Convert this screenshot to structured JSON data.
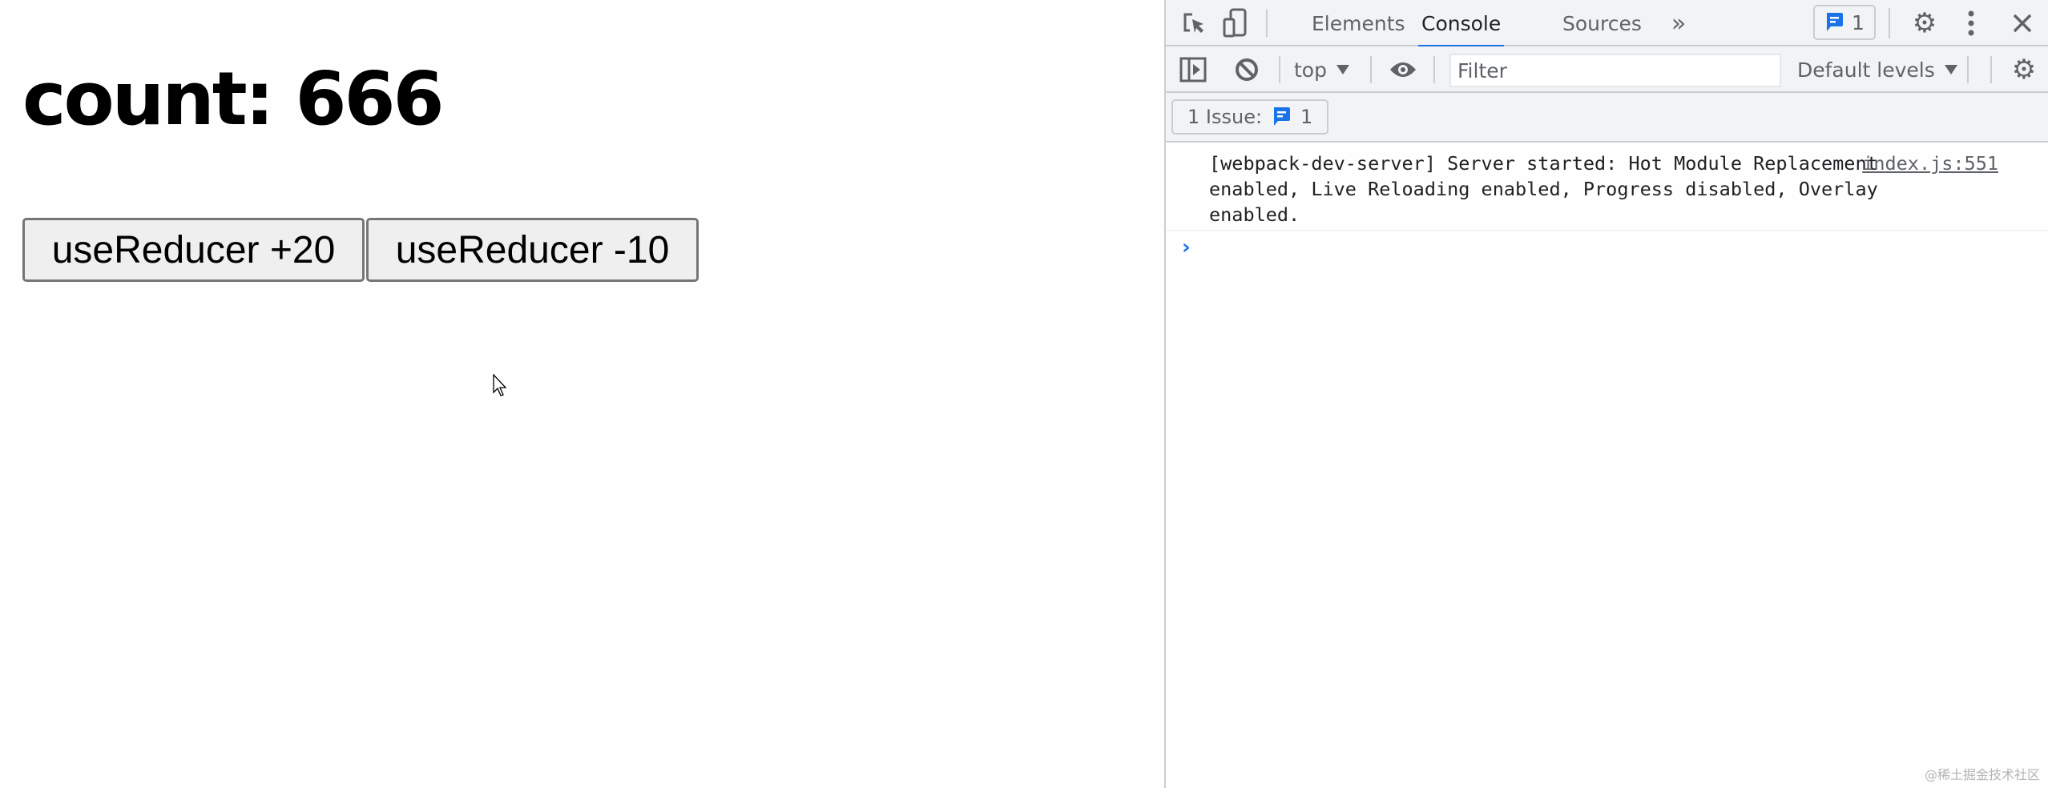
{
  "page": {
    "heading": "count: 666",
    "buttons": [
      {
        "label": "useReducer +20"
      },
      {
        "label": "useReducer -10"
      }
    ]
  },
  "devtools": {
    "tabs": [
      {
        "label": "Elements",
        "active": false
      },
      {
        "label": "Console",
        "active": true
      },
      {
        "label": "Sources",
        "active": false
      }
    ],
    "more_tabs_icon": "chevron-double-right-icon",
    "issues_badge_count": "1",
    "toolbar": {
      "context": "top",
      "filter_placeholder": "Filter",
      "filter_value": "",
      "levels": "Default levels"
    },
    "issues_bar": {
      "label": "1 Issue:",
      "count": "1"
    },
    "console": {
      "messages": [
        {
          "text": "[webpack-dev-server] Server started: Hot Module Replacement enabled, Live Reloading enabled, Progress disabled, Overlay enabled.",
          "source": "index.js:551"
        }
      ],
      "prompt_symbol": "›"
    },
    "colors": {
      "accent": "#1a73e8",
      "toolbar_bg": "#f1f3f4",
      "icon": "#5f6368",
      "border": "#cbcdd1"
    }
  },
  "watermark": "@稀土掘金技术社区"
}
